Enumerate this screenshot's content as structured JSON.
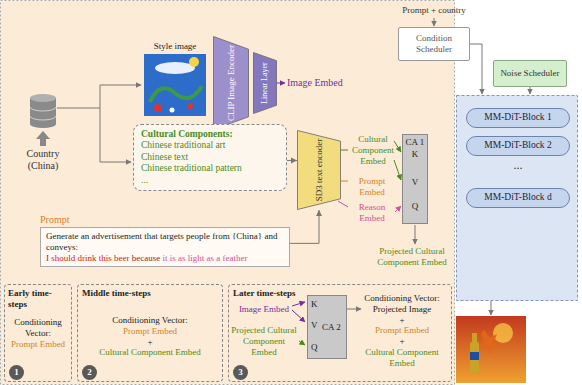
{
  "diagram": {
    "nodes": [
      {
        "text": [
          "Condition Scheduler"
        ]
      },
      {
        "text": [
          "Noise Scheduler"
        ]
      },
      {
        "text": [
          "MM-DiT-Block 1"
        ]
      },
      {
        "text": [
          "MM-DiT-Block 2"
        ]
      },
      {
        "text": [
          "MM-DiT-Block d"
        ]
      },
      {
        "text": [
          "Style image"
        ]
      },
      {
        "text": [
          "CLIP Image Encoder"
        ]
      },
      {
        "text": [
          "Linear Layer"
        ]
      },
      {
        "text": [
          "Cultural Components:",
          "Chinese traditional art",
          "Chinese text",
          "Chinese traditional pattern",
          "..."
        ]
      },
      {
        "text": [
          "SD3 text encoder"
        ]
      },
      {
        "text": [
          "CA 1",
          "K",
          "V",
          "Q"
        ]
      },
      {
        "text": [
          "Prompt",
          "Generate an advertisement that targets people from {China} and conveys:",
          "I should drink this beer",
          "because",
          "it is as light as a feather"
        ]
      },
      {
        "text": [
          "Early time-steps",
          "Conditioning Vector:",
          "Prompt Embed"
        ]
      },
      {
        "text": [
          "1"
        ],
        "in": 12
      },
      {
        "text": [
          "Middle time-steps",
          "Conditioning Vector:",
          "Prompt Embed",
          "+",
          "Cultural Component Embed"
        ]
      },
      {
        "text": [
          "2"
        ],
        "in": 14
      },
      {
        "text": [
          "Later time-steps",
          "Image Embed",
          "Projected Cultural Component Embed",
          "Conditioning Vector:",
          "Projected Image",
          "+",
          "Prompt Embed",
          "+",
          "Cultural Component Embed"
        ]
      },
      {
        "text": [
          "K",
          "V",
          "Q",
          "CA 2"
        ],
        "in": 16
      },
      {
        "text": [
          "3"
        ],
        "in": 16
      }
    ],
    "edges": [
      {
        "from": 8,
        "to": 9,
        "arrow": "to"
      },
      {
        "from": 11,
        "to": 9,
        "arrow": "to"
      }
    ],
    "labels": [
      "Prompt + country",
      "...",
      "Image Embed",
      "Cultural Component Embed",
      "Prompt Embed",
      "Reason Embed",
      "Projected Cultural Component Embed",
      "Country (China)"
    ]
  }
}
